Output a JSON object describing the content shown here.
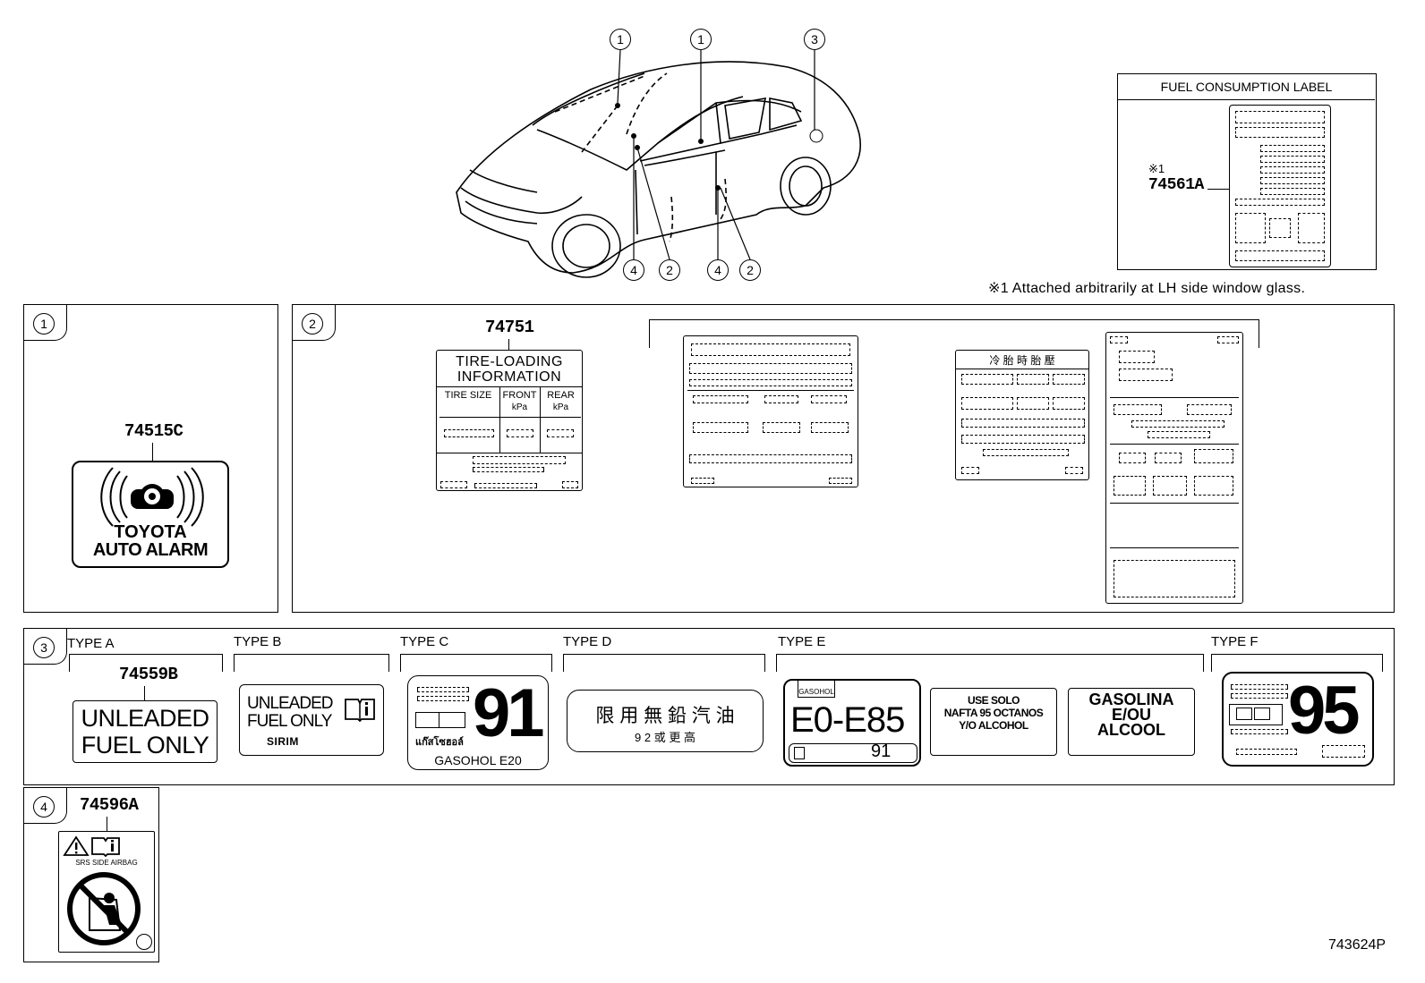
{
  "diagram_id": "743624P",
  "car_callouts": [
    "1",
    "1",
    "3",
    "4",
    "2",
    "4",
    "2"
  ],
  "fuel_label": {
    "title": "FUEL CONSUMPTION LABEL",
    "mark": "※1",
    "part": "74561A"
  },
  "note": "※1  Attached arbitrarily at LH side window glass.",
  "panel1": {
    "num": "1",
    "part": "74515C",
    "line1": "TOYOTA",
    "line2": "AUTO ALARM"
  },
  "panel2": {
    "num": "2",
    "part": "74751",
    "tire_title1": "TIRE-LOADING",
    "tire_title2": "INFORMATION",
    "col1": "TIRE SIZE",
    "col2": "FRONT",
    "col3": "REAR",
    "unit": "kPa",
    "cn_heading": "冷 胎 時 胎 壓"
  },
  "panel3": {
    "num": "3",
    "types": [
      "TYPE A",
      "TYPE B",
      "TYPE C",
      "TYPE D",
      "TYPE E",
      "TYPE F"
    ],
    "a_part": "74559B",
    "a_line1": "UNLEADED",
    "a_line2": "FUEL ONLY",
    "b_line1": "UNLEADED",
    "b_line2": "FUEL ONLY",
    "b_logo": "SIRIM",
    "c_num": "91",
    "c_thai": "แก๊สโซฮอล์",
    "c_bottom": "GASOHOL  E20",
    "d_line1": "限 用 無 鉛 汽 油",
    "d_line2": "9 2 或 更 高",
    "e_tag": "GASOHOL",
    "e_main": "E0-E85",
    "e_num": "91",
    "e2_line1": "USE SOLO",
    "e2_line2": "NAFTA 95 OCTANOS",
    "e2_line3": "Y/O ALCOHOL",
    "e3_line1": "GASOLINA",
    "e3_line2": "E/OU",
    "e3_line3": "ALCOOL",
    "f_num": "95"
  },
  "panel4": {
    "num": "4",
    "part": "74596A",
    "caption": "SRS  SIDE  AIRBAG"
  }
}
